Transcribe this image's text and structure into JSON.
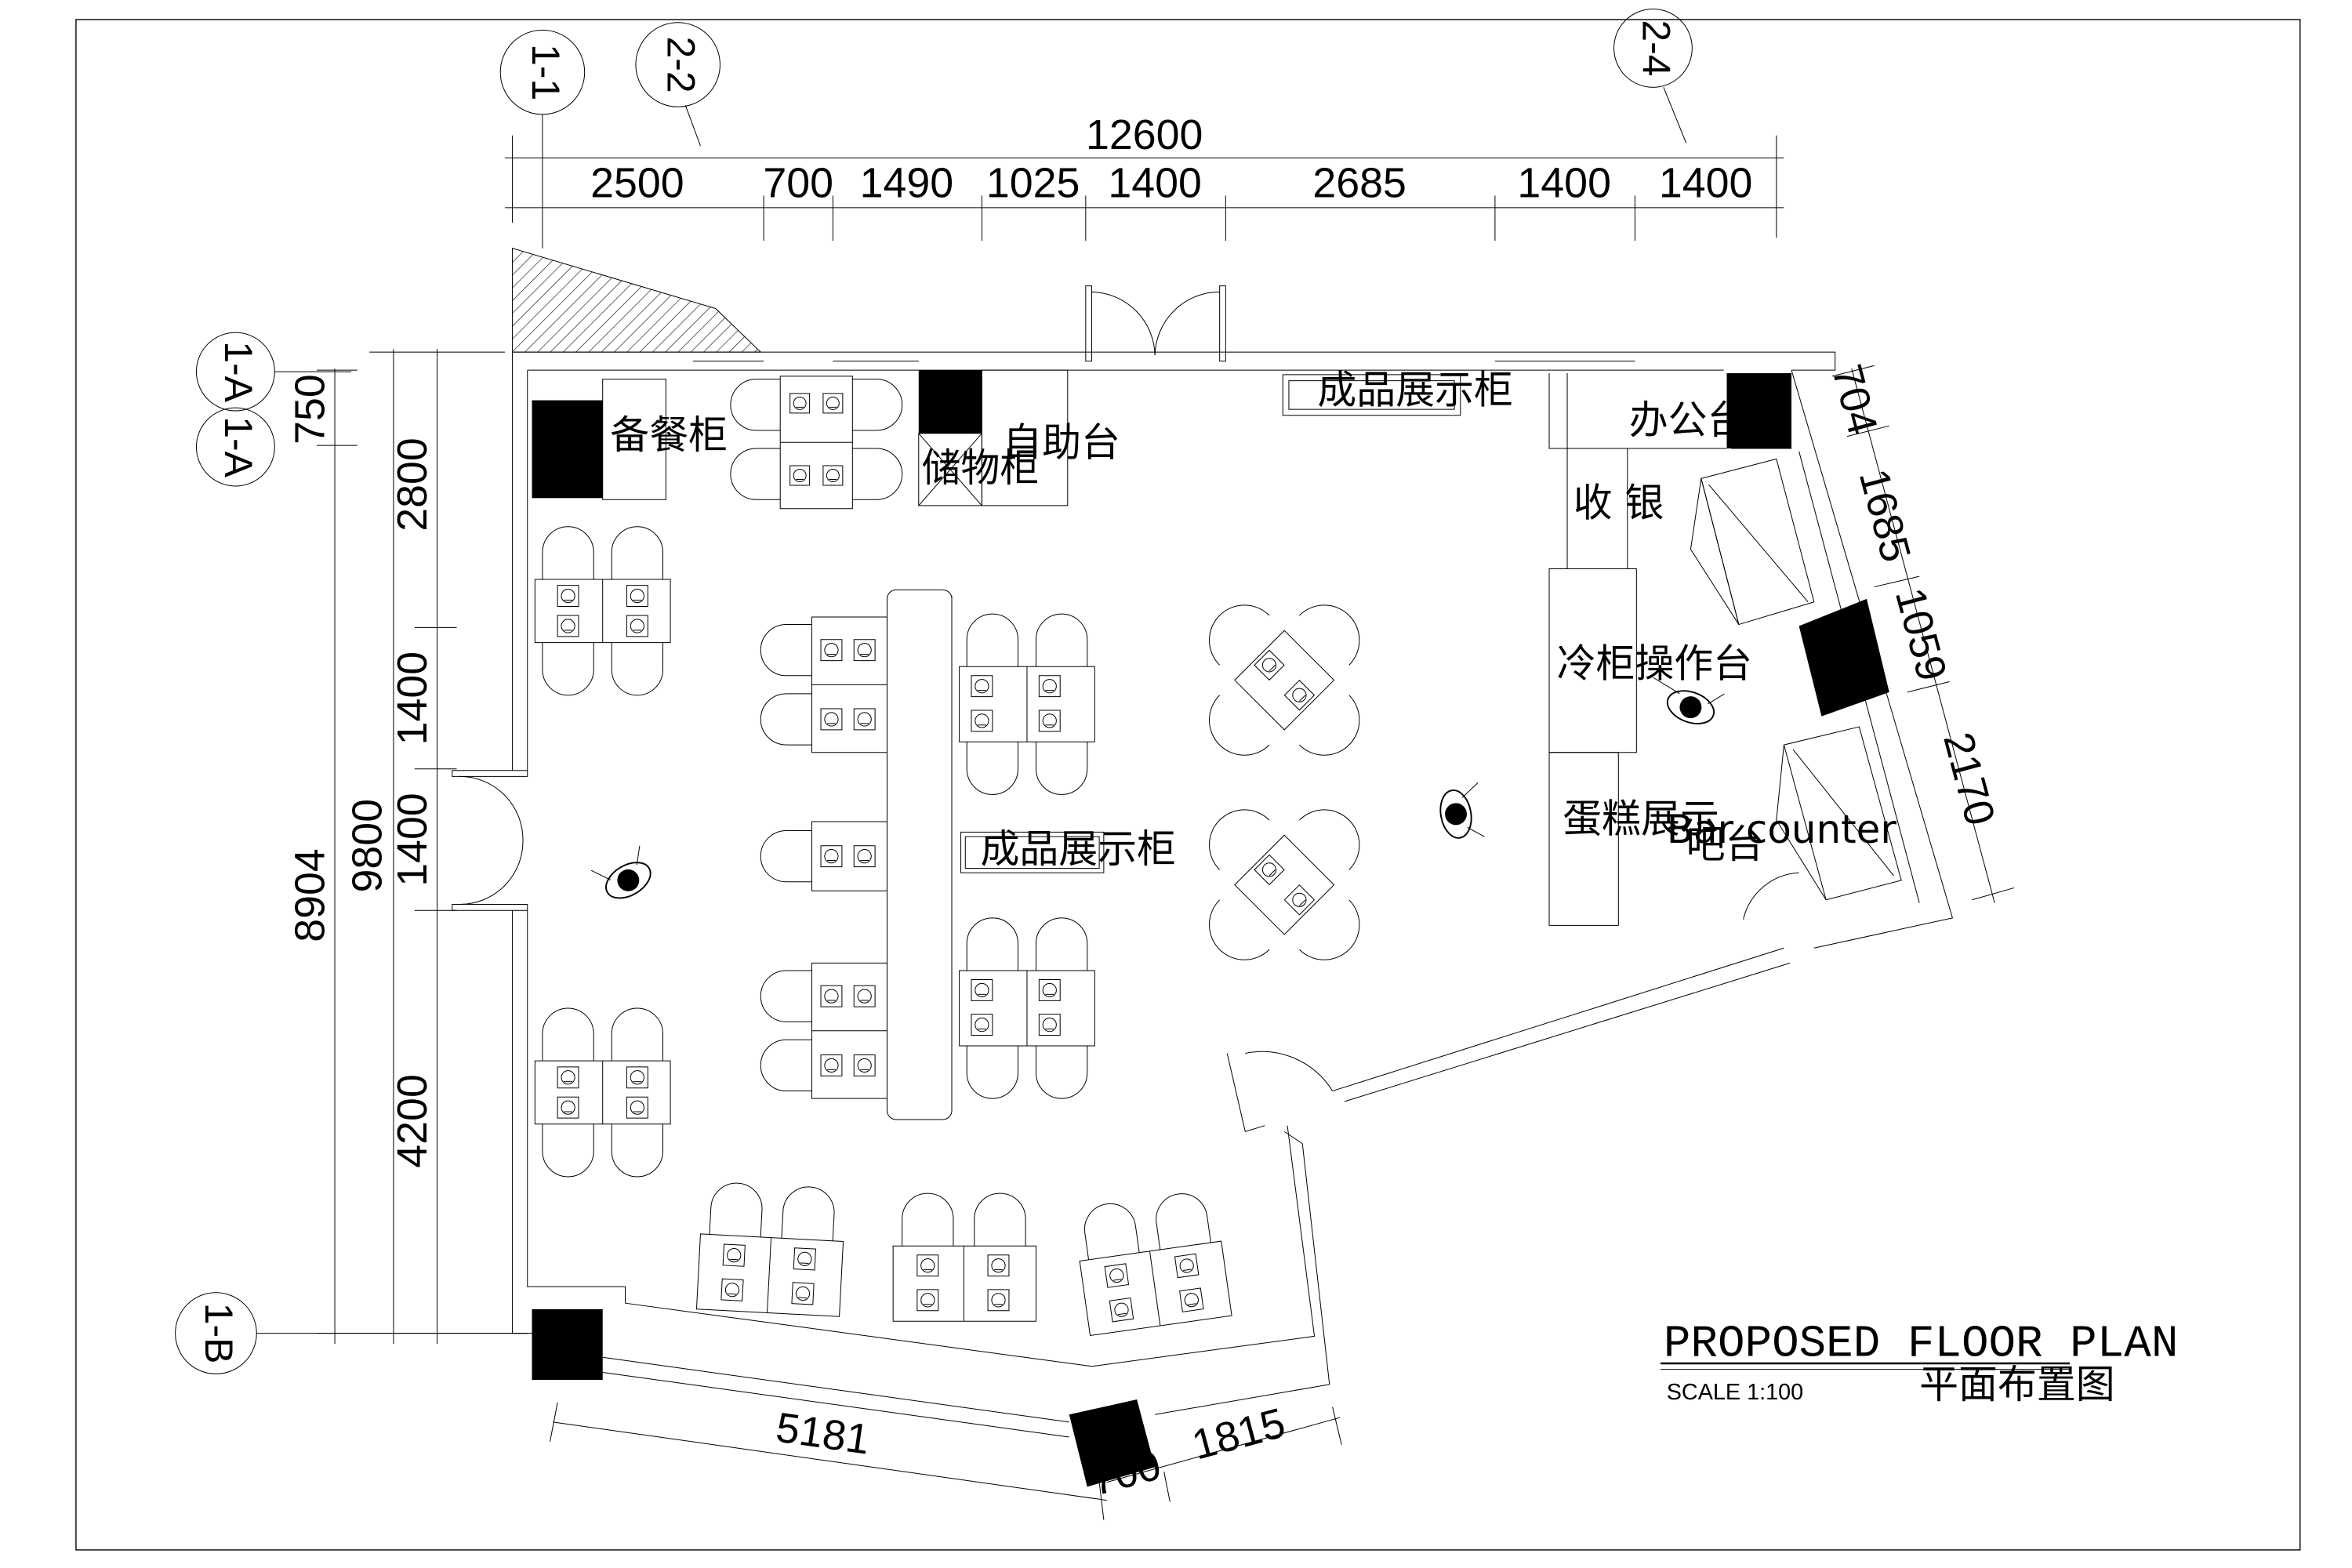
{
  "grid_labels": {
    "top": [
      "1-1",
      "2-2",
      "2-4"
    ],
    "left": [
      "1-A",
      "1-A",
      "1-B"
    ]
  },
  "dimensions": {
    "top_total": "12600",
    "top_segments": [
      "2500",
      "700",
      "1490",
      "1025",
      "1400",
      "2685",
      "1400",
      "1400"
    ],
    "left_total_outer": "8904",
    "left_total_inner": "9800",
    "left_segments": [
      "750",
      "2800",
      "1400",
      "1400",
      "4200"
    ],
    "right_segments": [
      "704",
      "1685",
      "1059",
      "2170"
    ],
    "bottom_segments": [
      "5181",
      "700",
      "1815"
    ]
  },
  "room_labels": {
    "prep_cabinet": "备餐柜",
    "storage_cabinet": "储物柜",
    "self_service": "自助台",
    "display_top": "成品展示柜",
    "display_center": "成品展示柜",
    "office_desk": "办公台",
    "cashier": "收 银",
    "fridge_counter": "冷柜操作台",
    "cake_display": "蛋糕展示",
    "bar_counter_en": "Bar counter",
    "bar_counter_cn": "吧台"
  },
  "title_block": {
    "title": "PROPOSED FLOOR PLAN",
    "scale": "SCALE 1:100",
    "title_cn": "平面布置图"
  }
}
